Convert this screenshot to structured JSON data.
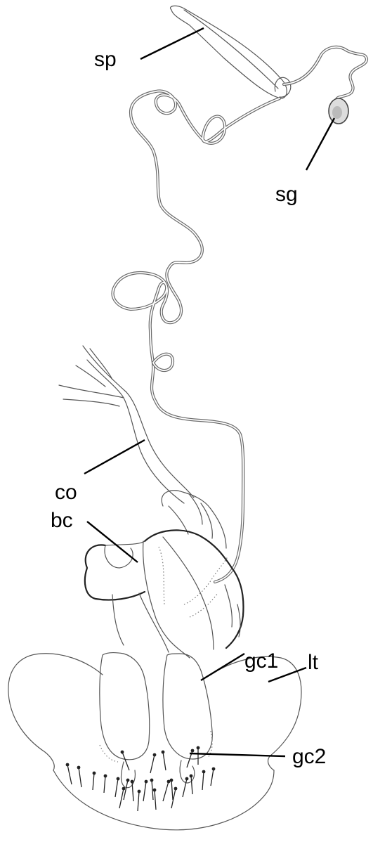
{
  "labels": {
    "sp": "sp",
    "sg": "sg",
    "co": "co",
    "bc": "bc",
    "gc1": "gc1",
    "lt": "lt",
    "gc2": "gc2"
  },
  "colors": {
    "ink": "#000000",
    "outline": "#555555",
    "duct": "#6a6a6a"
  }
}
